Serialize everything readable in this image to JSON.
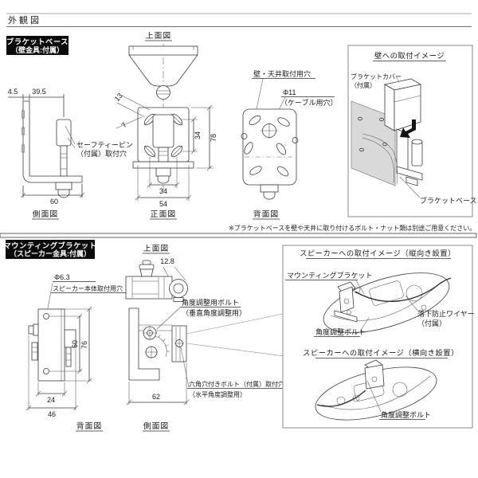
{
  "page": {
    "title": "外観図",
    "note": "※ブラケットベースを壁や天井に取り付けるボルト・ナット類は別途ご用意ください。"
  },
  "bracket_base": {
    "name_line1": "ブラケットベース",
    "name_line2": "（壁金具:付属）",
    "top_view": "上面図",
    "side_view": "側面図",
    "front_view": "正面図",
    "back_view": "背面図",
    "dim_4_5": "4.5",
    "dim_39_5": "39.5",
    "dim_60": "60",
    "dim_13": "13",
    "dim_7": "7",
    "dim_34_vertical": "34",
    "dim_78": "78",
    "dim_34_horizontal": "34",
    "dim_54": "54",
    "safety_pin_line1": "セーフティーピン",
    "safety_pin_line2": "（付属）取付穴",
    "wall_ceiling_hole": "壁・天井取付用穴",
    "phi_11": "Φ11",
    "cable_hole": "（ケーブル用穴）"
  },
  "wall_mount_box": {
    "title": "壁への取付イメージ",
    "bracket_cover_line1": "ブラケットカバー",
    "bracket_cover_line2": "（付属）",
    "bracket_base_label": "ブラケットベース"
  },
  "mounting_bracket": {
    "name_line1": "マウンティングブラケット",
    "name_line2": "（スピーカー金具:付属）",
    "top_view": "上面図",
    "side_view": "側面図",
    "back_view": "背面図",
    "dim_12_8": "12.8",
    "dim_60": "60",
    "dim_76": "76",
    "dim_24": "24",
    "dim_46": "46",
    "dim_62": "62",
    "phi_6_3": "Φ6.3",
    "speaker_hole": "スピーカー本体取付用穴",
    "angle_bolt_line1": "角度調整用ボルト",
    "angle_bolt_line2": "（垂直角度調整用）",
    "hex_bolt_line1": "六角穴付きボルト（付属）取付穴",
    "hex_bolt_line2": "（水平角度調整用）"
  },
  "speaker_mount_box": {
    "title_vertical": "スピーカーへの取付イメージ（縦向き設置）",
    "mounting_bracket_label": "マウンティングブラケット",
    "angle_bolt_vertical": "角度調整ボルト",
    "drop_wire_line1": "落下防止ワイヤー",
    "drop_wire_line2": "（付属）",
    "title_horizontal": "スピーカーへの取付イメージ（横向き設置）",
    "angle_bolt_horizontal": "角度調整ボルト"
  }
}
